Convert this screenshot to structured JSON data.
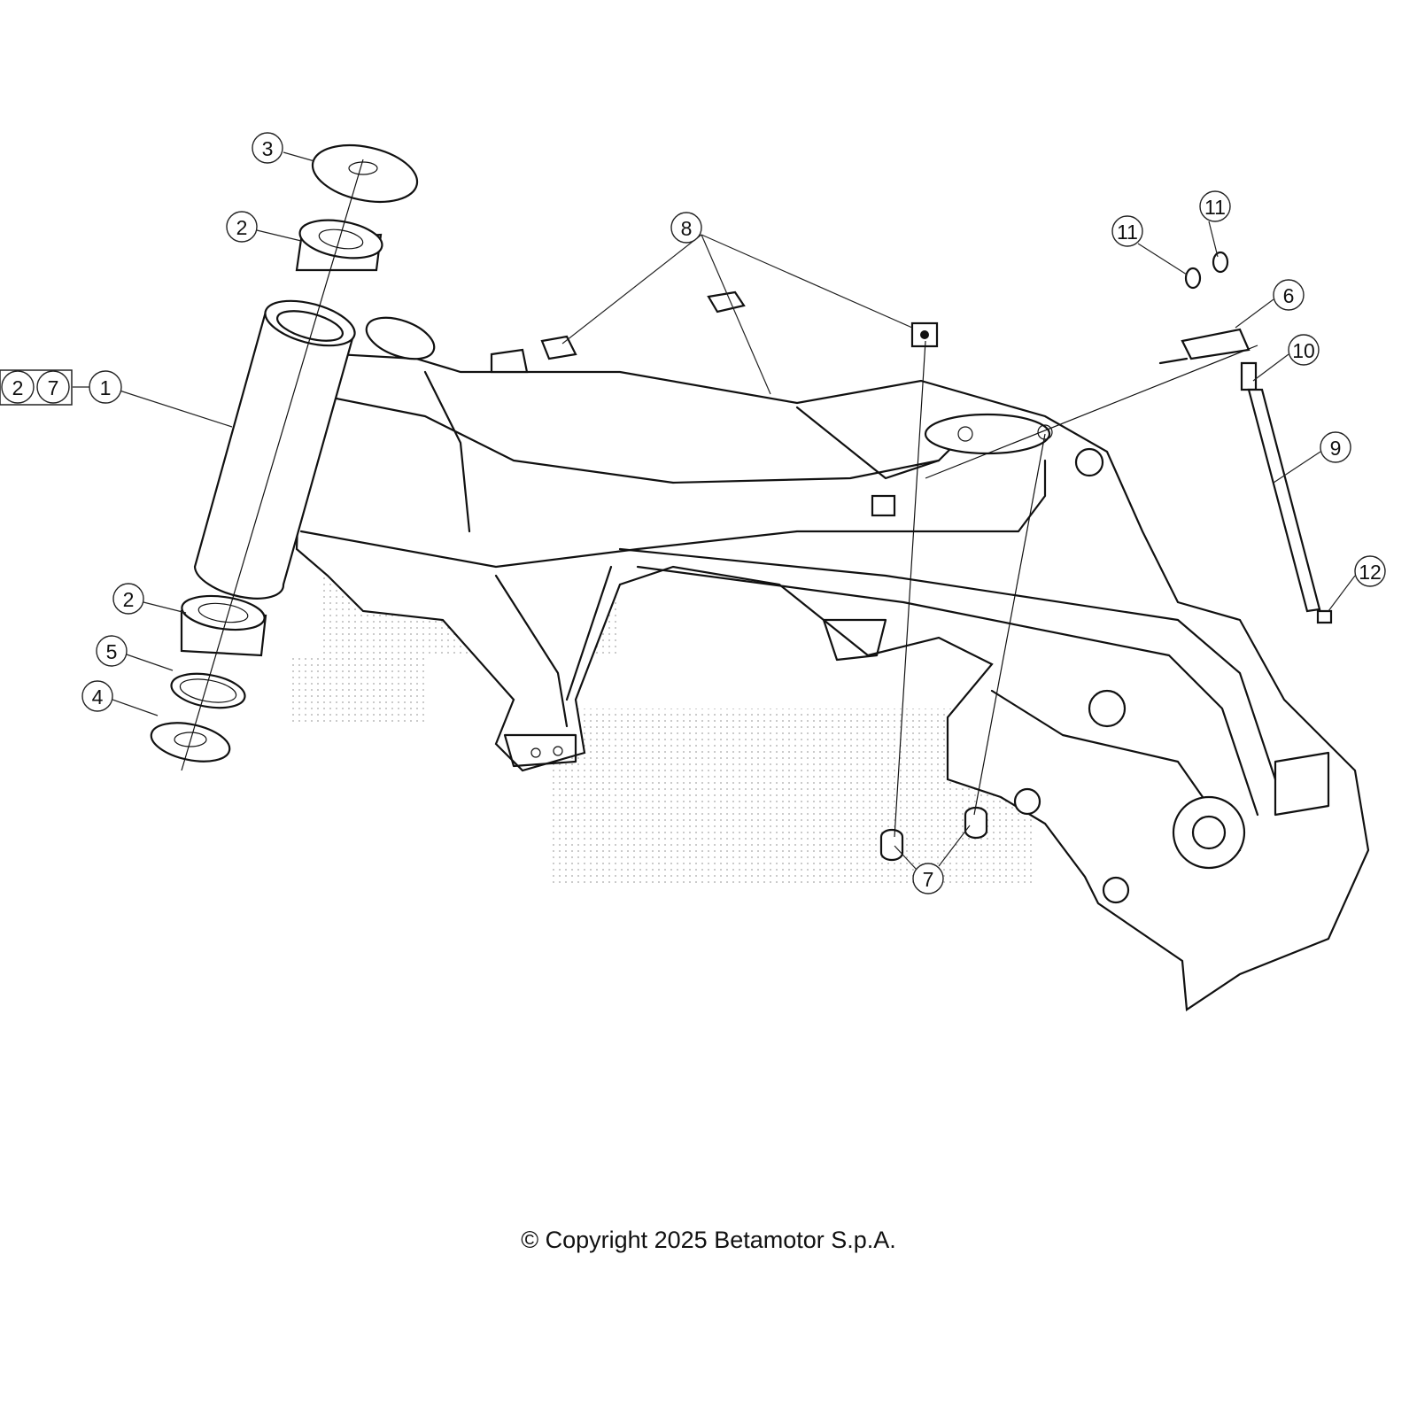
{
  "diagram": {
    "callouts": [
      {
        "label": "3"
      },
      {
        "label": "2"
      },
      {
        "label": "1"
      },
      {
        "label": "2"
      },
      {
        "label": "5"
      },
      {
        "label": "4"
      },
      {
        "label": "8"
      },
      {
        "label": "11"
      },
      {
        "label": "11"
      },
      {
        "label": "6"
      },
      {
        "label": "10"
      },
      {
        "label": "9"
      },
      {
        "label": "12"
      },
      {
        "label": "7"
      }
    ],
    "kit_box": [
      "2",
      "7"
    ]
  },
  "footer": {
    "copyright": "© Copyright 2025 Betamotor S.p.A."
  }
}
